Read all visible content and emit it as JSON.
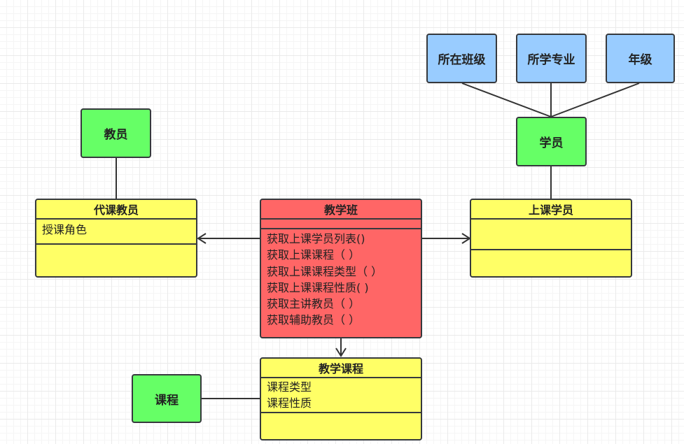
{
  "nodes": {
    "class_location": "所在班级",
    "major": "所学专业",
    "grade": "年级",
    "student": "学员",
    "teacher": "教员",
    "course": "课程"
  },
  "classes": {
    "substitute_teacher": {
      "title": "代课教员",
      "attributes": [
        "授课角色"
      ],
      "operations": []
    },
    "teaching_class": {
      "title": "教学班",
      "attributes": [],
      "operations": [
        "获取上课学员列表()",
        "获取上课课程（ ）",
        "获取上课课程类型（ ）",
        "获取上课课程性质( )",
        "获取主讲教员（ ）",
        "获取辅助教员（ ）"
      ]
    },
    "attending_student": {
      "title": "上课学员",
      "attributes": [],
      "operations": []
    },
    "teaching_course": {
      "title": "教学课程",
      "attributes": [
        "课程类型",
        "课程性质"
      ],
      "operations": []
    }
  },
  "colors": {
    "blue": "#99ccff",
    "green": "#66ff66",
    "yellow": "#ffff66",
    "red": "#ff6666",
    "stroke": "#36393d"
  }
}
